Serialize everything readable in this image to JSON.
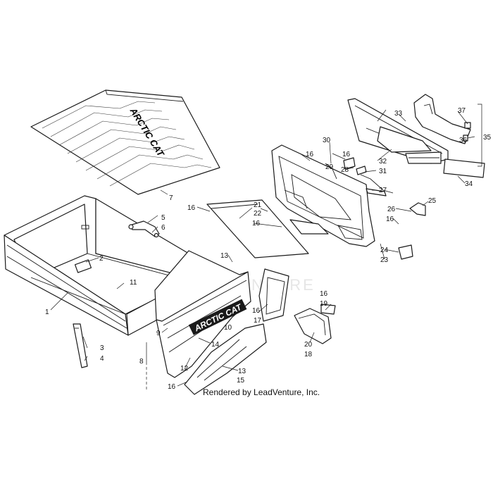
{
  "brand_logo_text": "ARCTIC CAT",
  "watermark_text": "LEADVENTURE",
  "credit_text": "Rendered by LeadVenture, Inc.",
  "callouts": [
    {
      "id": "c1",
      "label": "1"
    },
    {
      "id": "c2",
      "label": "2"
    },
    {
      "id": "c3",
      "label": "3"
    },
    {
      "id": "c4",
      "label": "4"
    },
    {
      "id": "c5",
      "label": "5"
    },
    {
      "id": "c6",
      "label": "6"
    },
    {
      "id": "c7",
      "label": "7"
    },
    {
      "id": "c8",
      "label": "8"
    },
    {
      "id": "c9",
      "label": "9"
    },
    {
      "id": "c10",
      "label": "10"
    },
    {
      "id": "c11",
      "label": "11"
    },
    {
      "id": "c12",
      "label": "12"
    },
    {
      "id": "c13a",
      "label": "13"
    },
    {
      "id": "c13b",
      "label": "13"
    },
    {
      "id": "c14",
      "label": "14"
    },
    {
      "id": "c15",
      "label": "15"
    },
    {
      "id": "c16a",
      "label": "16"
    },
    {
      "id": "c16b",
      "label": "16"
    },
    {
      "id": "c16c",
      "label": "16"
    },
    {
      "id": "c16d",
      "label": "16"
    },
    {
      "id": "c16e",
      "label": "16"
    },
    {
      "id": "c16f",
      "label": "16"
    },
    {
      "id": "c16g",
      "label": "16"
    },
    {
      "id": "c16h",
      "label": "16"
    },
    {
      "id": "c17",
      "label": "17"
    },
    {
      "id": "c18",
      "label": "18"
    },
    {
      "id": "c19",
      "label": "19"
    },
    {
      "id": "c20",
      "label": "20"
    },
    {
      "id": "c21",
      "label": "21"
    },
    {
      "id": "c22",
      "label": "22"
    },
    {
      "id": "c23",
      "label": "23"
    },
    {
      "id": "c24",
      "label": "24"
    },
    {
      "id": "c25",
      "label": "25"
    },
    {
      "id": "c26",
      "label": "26"
    },
    {
      "id": "c27",
      "label": "27"
    },
    {
      "id": "c28",
      "label": "28"
    },
    {
      "id": "c29",
      "label": "29"
    },
    {
      "id": "c30",
      "label": "30"
    },
    {
      "id": "c31",
      "label": "31"
    },
    {
      "id": "c32",
      "label": "32"
    },
    {
      "id": "c33",
      "label": "33"
    },
    {
      "id": "c34",
      "label": "34"
    },
    {
      "id": "c35",
      "label": "35"
    },
    {
      "id": "c36",
      "label": "36"
    },
    {
      "id": "c37",
      "label": "37"
    }
  ]
}
